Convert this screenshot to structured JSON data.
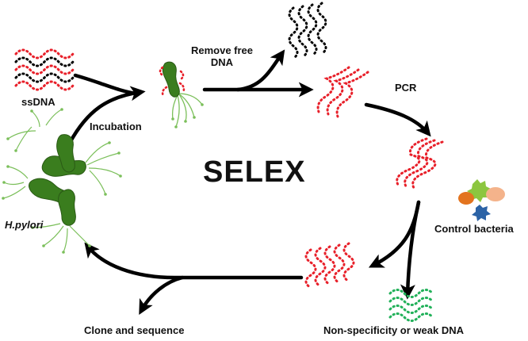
{
  "title": "SELEX",
  "labels": {
    "ssdna": "ssDNA",
    "incubation": "Incubation",
    "remove_free": "Remove free",
    "remove_free_2": "DNA",
    "pcr": "PCR",
    "control_bacteria": "Control bacteria",
    "hpylori": "H.pylori",
    "clone": "Clone and sequence",
    "nonspecific": "Non-specificity or weak DNA"
  },
  "colors": {
    "arrow": "#000000",
    "ssdna_black": "#000000",
    "ssdna_red": "#e8202a",
    "nonspecific_green": "#22b15a",
    "bacteria_green": "#3a7d1e",
    "flagella_green": "#7bbf5a",
    "control_orange": "#e3741f",
    "control_peach": "#f4b38b",
    "control_blue": "#2c63a6",
    "control_lime": "#8cc63f"
  }
}
